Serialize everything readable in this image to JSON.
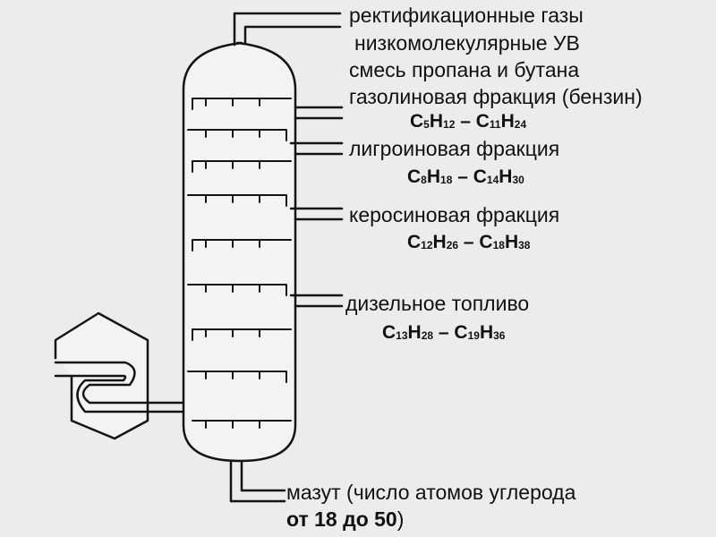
{
  "labels": {
    "rectification_gases": "ректификационные газы",
    "low_molecular": "низкомолекулярные УВ",
    "propane_butane": "смесь пропана и бутана",
    "gasoline": "газолиновая фракция (бензин)",
    "ligroin": "лигроиновая фракция",
    "kerosene": "керосиновая фракция",
    "diesel": "дизельное топливо",
    "mazut_line1": "мазут (число атомов углерода",
    "mazut_line2_bold": "от 18 до 50",
    "mazut_line2_end": ")"
  },
  "formulas": {
    "gasoline": {
      "a_el": "C",
      "a_n": "5",
      "b_el": "H",
      "b_n": "12",
      "dash": " – ",
      "c_el": "C",
      "c_n": "11",
      "d_el": "H",
      "d_n": "24"
    },
    "ligroin": {
      "a_el": "C",
      "a_n": "8",
      "b_el": "H",
      "b_n": "18",
      "dash": " – ",
      "c_el": "C",
      "c_n": "14",
      "d_el": "H",
      "d_n": "30"
    },
    "kerosene": {
      "a_el": "C",
      "a_n": "12",
      "b_el": "H",
      "b_n": "26",
      "dash": " – ",
      "c_el": "C",
      "c_n": "18",
      "d_el": "H",
      "d_n": "38"
    },
    "diesel": {
      "a_el": "C",
      "a_n": "13",
      "b_el": "H",
      "b_n": "28",
      "dash": " – ",
      "c_el": "C",
      "c_n": "19",
      "d_el": "H",
      "d_n": "36"
    }
  },
  "colors": {
    "line": "#141414",
    "vessel_fill": "#f3f3f1",
    "background": "#ececea"
  }
}
